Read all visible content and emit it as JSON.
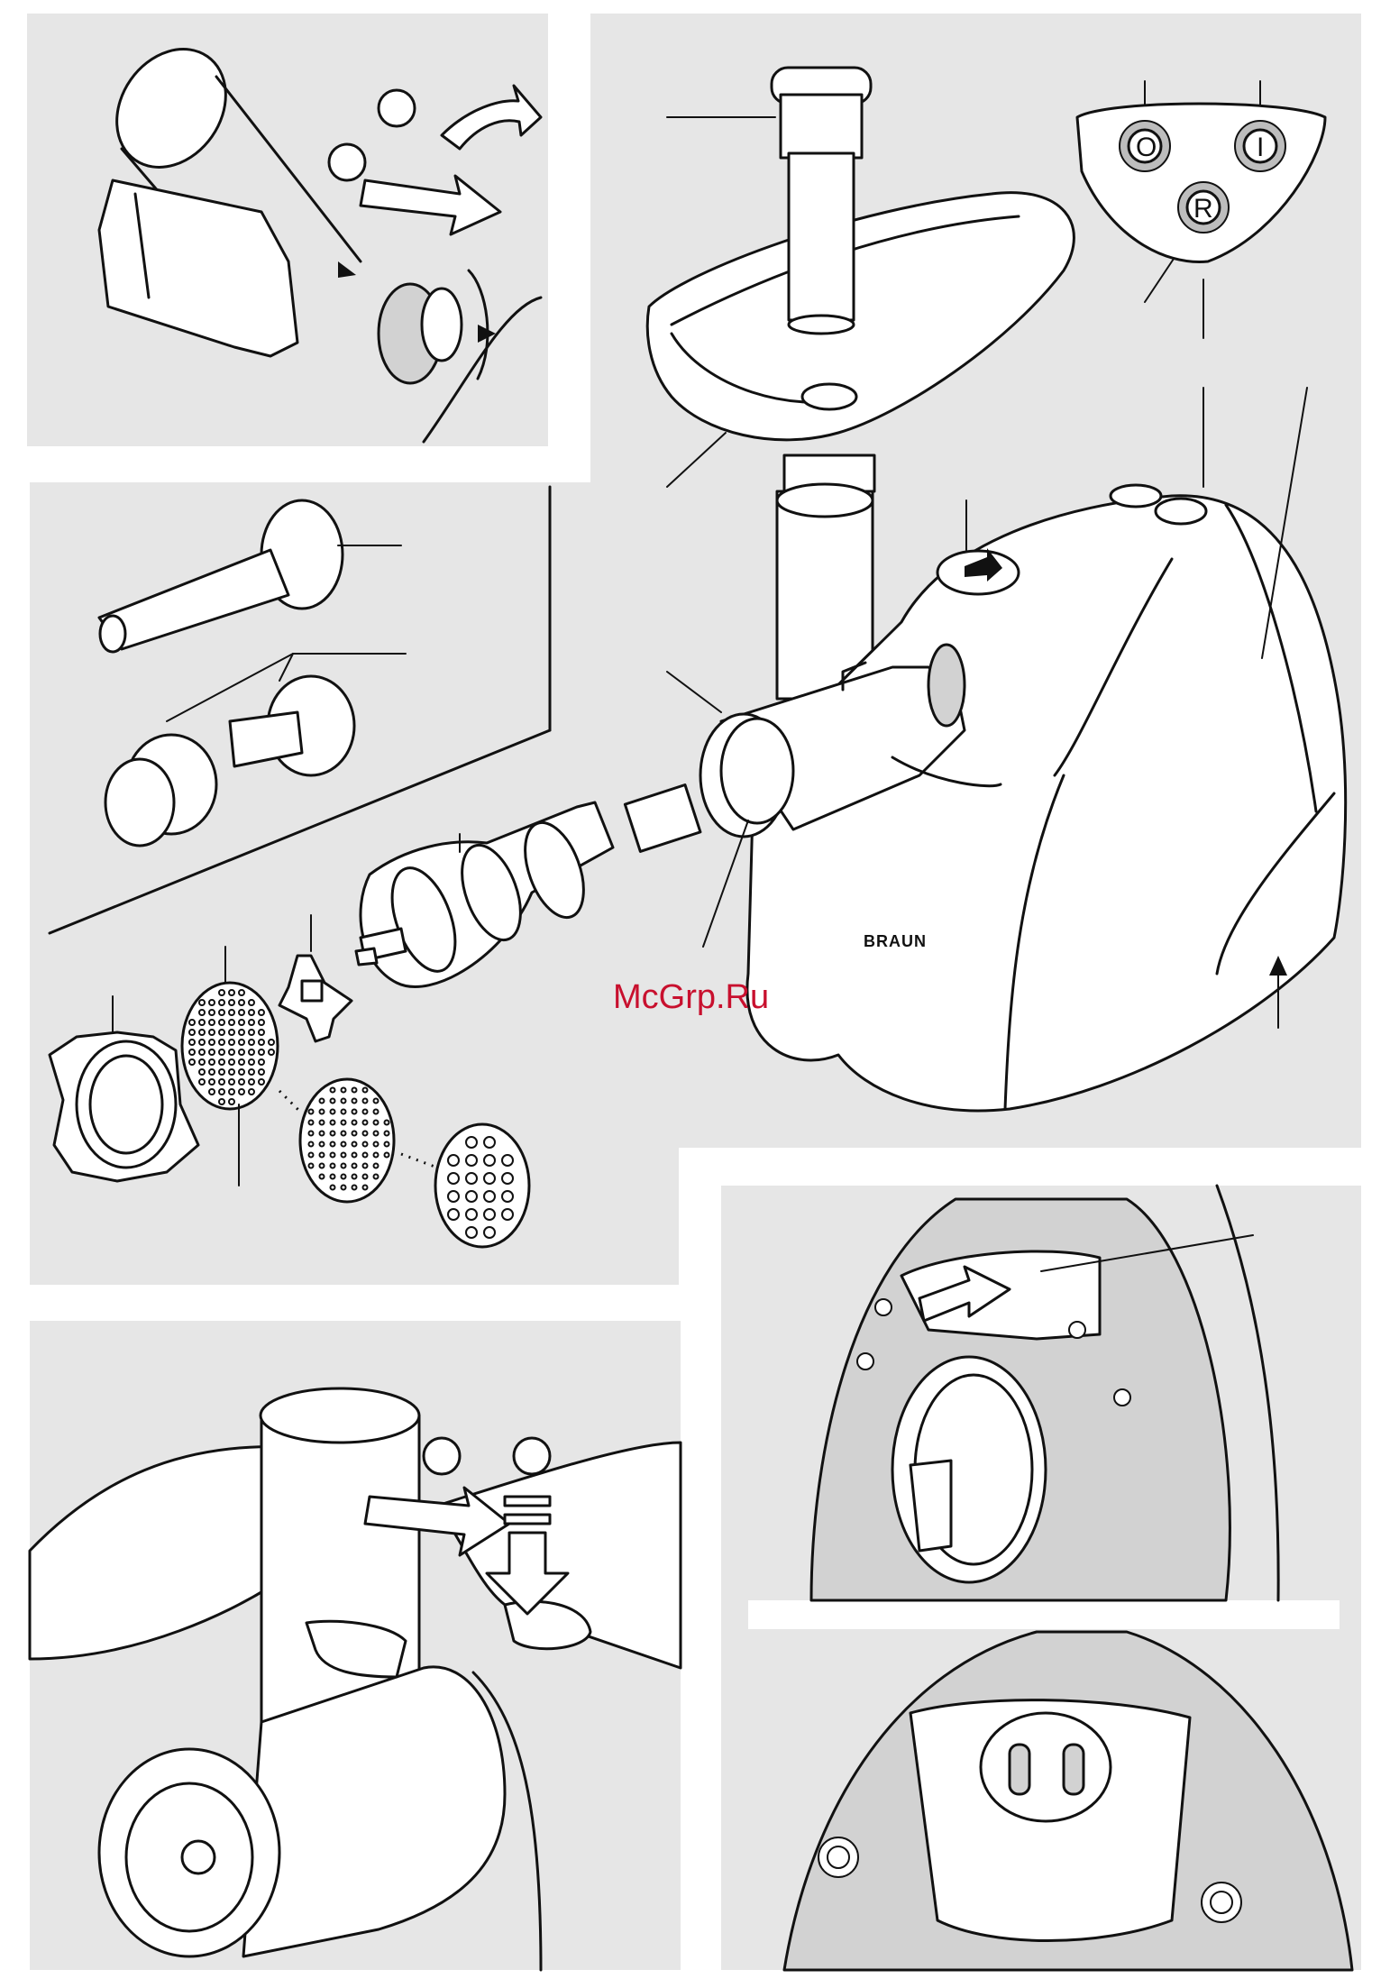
{
  "device": {
    "brand": "BRAUN",
    "button_off": "O",
    "button_on": "I",
    "button_reverse": "R"
  },
  "watermark": "McGrp.Ru",
  "colors": {
    "panel_bg": "#e6e6e6",
    "line": "#111111",
    "watermark": "#c8102e"
  }
}
